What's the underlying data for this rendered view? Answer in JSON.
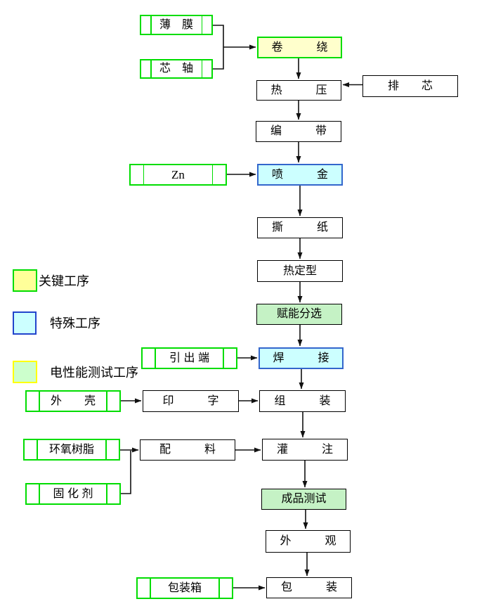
{
  "flow": {
    "inputs": {
      "film": "薄　膜",
      "mandrel": "芯　轴",
      "zinc": "Zn",
      "lead_terminal": "引 出 端",
      "shell": "外　　壳",
      "epoxy_resin": "环氧树脂",
      "curing_agent": "固 化 剂",
      "packing_box": "包装箱"
    },
    "processes": {
      "winding": "卷　　　绕",
      "hot_press": "热　　　压",
      "core_array": "排　　芯",
      "taping": "编　　　带",
      "metal_spray": "喷　　　金",
      "paper_tear": "撕　　　纸",
      "heat_setting": "热定型",
      "energize_sorting": "赋能分选",
      "welding": "焊　　　接",
      "printing": "印　　　字",
      "assembly": "组　　　装",
      "compounding": "配　　　料",
      "potting": "灌　　　注",
      "final_test": "成品测试",
      "appearance": "外　　　观",
      "packaging": "包　　　装"
    }
  },
  "legend": {
    "items": [
      {
        "label": "关键工序"
      },
      {
        "label": "特殊工序"
      },
      {
        "label": "电性能测试工序"
      }
    ]
  },
  "colors": {
    "key_process_fill": "#FFFFCC",
    "key_legend_fill": "#FFFF99",
    "special_process_fill": "#CCFFFF",
    "test_process_fill": "#C5F2C5",
    "test_legend_fill": "#CCFFCC",
    "green_border": "#00DD00",
    "blue_border": "#3366CC",
    "legend_blue_border": "#2244CC",
    "yellow_border": "#FFFF00",
    "line_color": "#111111"
  }
}
